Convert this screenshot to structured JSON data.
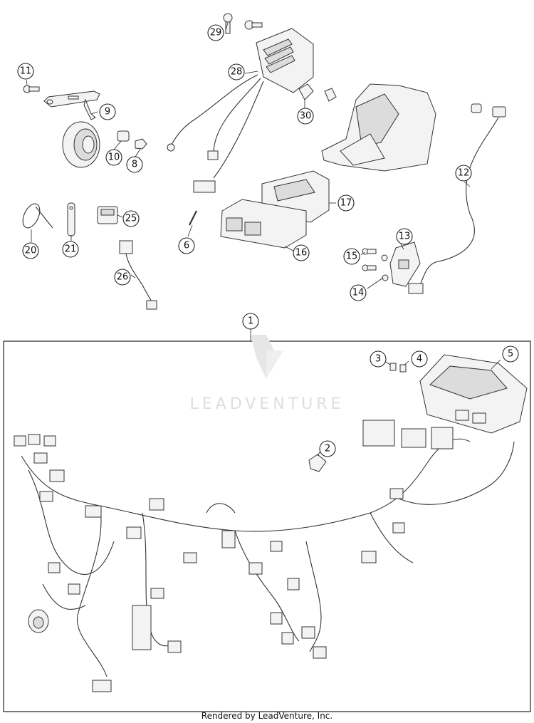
{
  "callouts": {
    "c1": "1",
    "c2": "2",
    "c3": "3",
    "c4": "4",
    "c5": "5",
    "c6": "6",
    "c8": "8",
    "c9": "9",
    "c10": "10",
    "c11": "11",
    "c12": "12",
    "c13": "13",
    "c14": "14",
    "c15": "15",
    "c16": "16",
    "c17": "17",
    "c20": "20",
    "c21": "21",
    "c25": "25",
    "c26": "26",
    "c28": "28",
    "c29": "29",
    "c30": "30"
  },
  "watermark": {
    "text": "LEADVENTURE"
  },
  "footer": {
    "text": "Rendered by LeadVenture, Inc."
  }
}
